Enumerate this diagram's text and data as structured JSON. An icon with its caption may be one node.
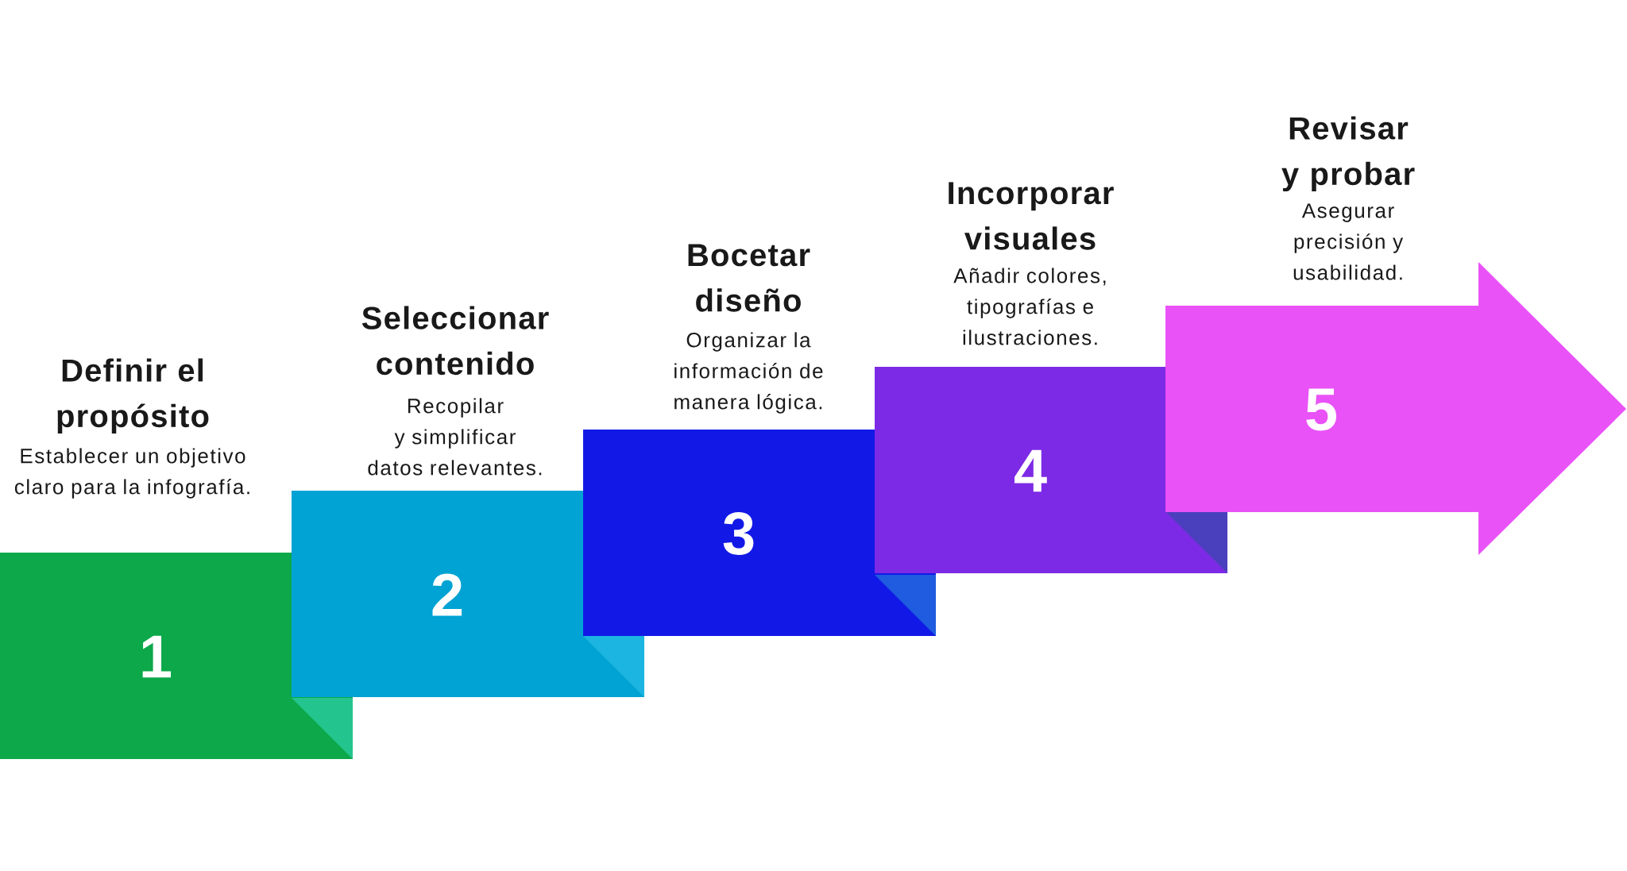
{
  "diagram": {
    "nodes": [
      {
        "text": [
          "Definir el propósito",
          "Establecer un objetivo claro para la infografía.",
          "1"
        ]
      },
      {
        "text": [
          "Seleccionar contenido",
          "Recopilar y simplificar datos relevantes.",
          "2"
        ]
      },
      {
        "text": [
          "Bocetar diseño",
          "Organizar la información de manera lógica.",
          "3"
        ]
      },
      {
        "text": [
          "Incorporar visuales",
          "Añadir colores, tipografías e ilustraciones.",
          "4"
        ]
      },
      {
        "text": [
          "Revisar y probar",
          "Asegurar precisión y usabilidad.",
          "5"
        ]
      }
    ]
  }
}
